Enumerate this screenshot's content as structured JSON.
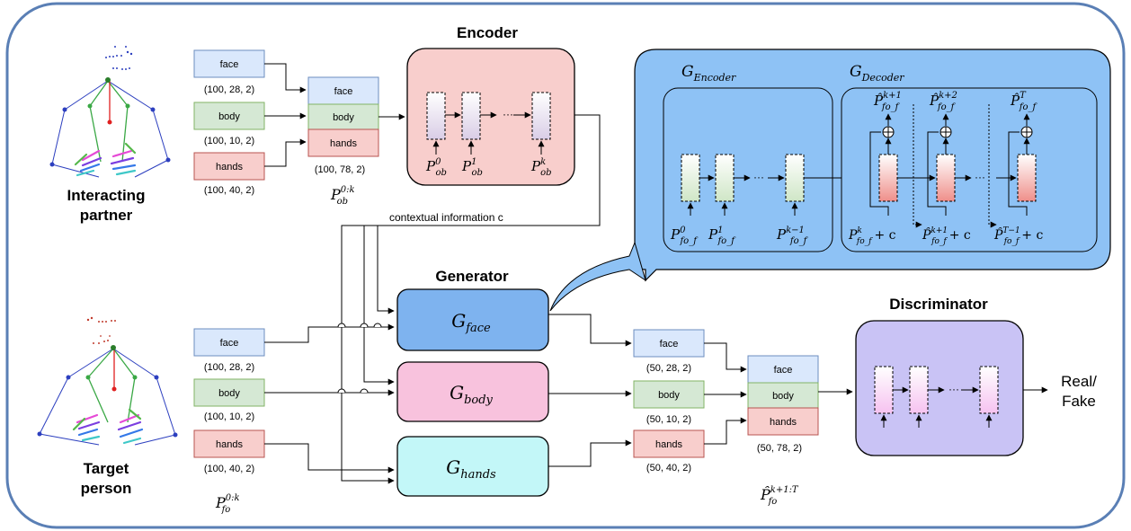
{
  "partner": {
    "caption_line1": "Interacting",
    "caption_line2": "partner"
  },
  "target": {
    "caption_line1": "Target",
    "caption_line2": "person"
  },
  "partner_inputs": [
    {
      "label": "face",
      "dims": "(100, 28, 2)"
    },
    {
      "label": "body",
      "dims": "(100, 10, 2)"
    },
    {
      "label": "hands",
      "dims": "(100, 40, 2)"
    }
  ],
  "partner_stack": {
    "labels": [
      "face",
      "body",
      "hands"
    ],
    "dims": "(100, 78, 2)"
  },
  "partner_var": {
    "base": "P",
    "sup": "0:k",
    "sub": "ob"
  },
  "encoder": {
    "title": "Encoder",
    "inputs": [
      {
        "base": "P",
        "sup": "0",
        "sub": "ob"
      },
      {
        "base": "P",
        "sup": "1",
        "sub": "ob"
      },
      {
        "base": "P",
        "sup": "k",
        "sub": "ob"
      }
    ]
  },
  "context_label": "contextual information c",
  "generator": {
    "title": "Generator",
    "blocks": [
      {
        "base": "G",
        "sub": "face",
        "color": "#7eb3ef"
      },
      {
        "base": "G",
        "sub": "body",
        "color": "#f8c2dd"
      },
      {
        "base": "G",
        "sub": "hands",
        "color": "#c3f7f8"
      }
    ]
  },
  "zoom": {
    "encoder_title": {
      "base": "G",
      "sub": "Encoder"
    },
    "decoder_title": {
      "base": "G",
      "sub": "Decoder"
    },
    "enc_inputs": [
      {
        "base": "P",
        "sup": "0",
        "sub": "fo_f"
      },
      {
        "base": "P",
        "sup": "1",
        "sub": "fo_f"
      },
      {
        "base": "P",
        "sup": "k−1",
        "sub": "fo_f"
      }
    ],
    "dec_outputs": [
      {
        "base": "P̂",
        "sup": "k+1",
        "sub": "fo_f"
      },
      {
        "base": "P̂",
        "sup": "k+2",
        "sub": "fo_f"
      },
      {
        "base": "P̂",
        "sup": "T",
        "sub": "fo_f"
      }
    ],
    "dec_inputs": [
      {
        "base": "P",
        "sup": "k",
        "sub": "fo_f",
        "tail": "+ c"
      },
      {
        "base": "P̂",
        "sup": "k+1",
        "sub": "fo_f",
        "tail": "+ c"
      },
      {
        "base": "P̂",
        "sup": "T−1",
        "sub": "fo_f",
        "tail": "+ c"
      }
    ]
  },
  "target_inputs": [
    {
      "label": "face",
      "dims": "(100, 28, 2)"
    },
    {
      "label": "body",
      "dims": "(100, 10, 2)"
    },
    {
      "label": "hands",
      "dims": "(100, 40, 2)"
    }
  ],
  "target_var": {
    "base": "P",
    "sup": "0:k",
    "sub": "fo"
  },
  "outputs": [
    {
      "label": "face",
      "dims": "(50, 28, 2)"
    },
    {
      "label": "body",
      "dims": "(50, 10, 2)"
    },
    {
      "label": "hands",
      "dims": "(50, 40, 2)"
    }
  ],
  "output_stack": {
    "labels": [
      "face",
      "body",
      "hands"
    ],
    "dims": "(50, 78, 2)"
  },
  "output_var": {
    "base": "P̂",
    "sup": "k+1:T",
    "sub": "fo"
  },
  "discriminator": {
    "title": "Discriminator"
  },
  "result": {
    "line1": "Real/",
    "line2": "Fake"
  },
  "colors": {
    "face": "#dae8fc",
    "face_border": "#6c8ebf",
    "body": "#d5e8d4",
    "body_border": "#82b366",
    "hands": "#f8cecc",
    "hands_border": "#b85450",
    "frame": "#5a7fb5",
    "encoder_fill": "#f8cecc",
    "zoom_fill": "#8ec2f5",
    "disc_fill": "#c9c3f5"
  }
}
